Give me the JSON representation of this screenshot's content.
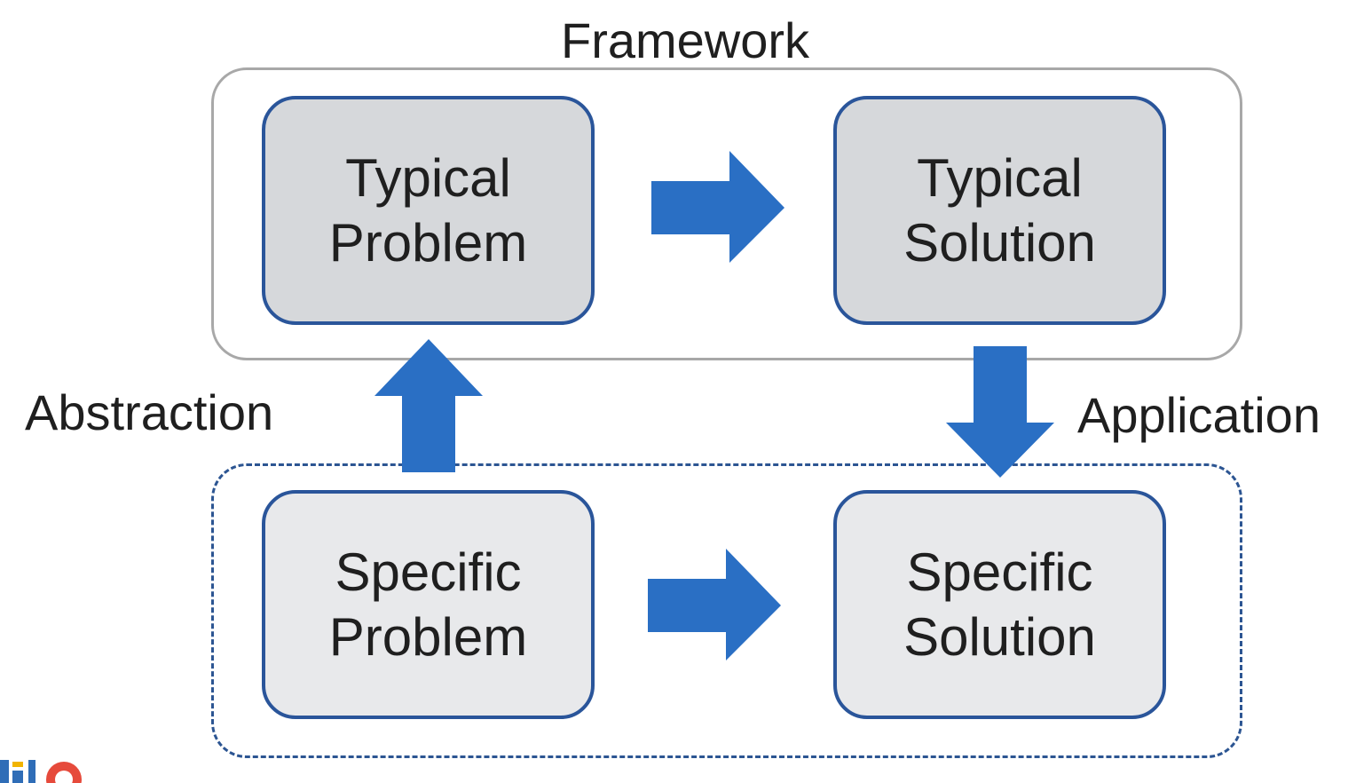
{
  "diagram": {
    "title": "Framework",
    "left_label": "Abstraction",
    "right_label": "Application",
    "boxes": {
      "typical_problem": {
        "line1": "Typical",
        "line2": "Problem"
      },
      "typical_solution": {
        "line1": "Typical",
        "line2": "Solution"
      },
      "specific_problem": {
        "line1": "Specific",
        "line2": "Problem"
      },
      "specific_solution": {
        "line1": "Specific",
        "line2": "Solution"
      }
    },
    "colors": {
      "arrow": "#2a6fc4",
      "box_border": "#2a559a",
      "typical_fill": "#d6d8db",
      "specific_fill": "#e8e9eb",
      "framework_border": "#a8a8a8",
      "specific_border": "#2c5592"
    },
    "arrows": [
      {
        "name": "typical-problem-to-solution-arrow",
        "direction": "right"
      },
      {
        "name": "specific-problem-to-solution-arrow",
        "direction": "right"
      },
      {
        "name": "abstraction-arrow",
        "direction": "up"
      },
      {
        "name": "application-arrow",
        "direction": "down"
      }
    ]
  }
}
